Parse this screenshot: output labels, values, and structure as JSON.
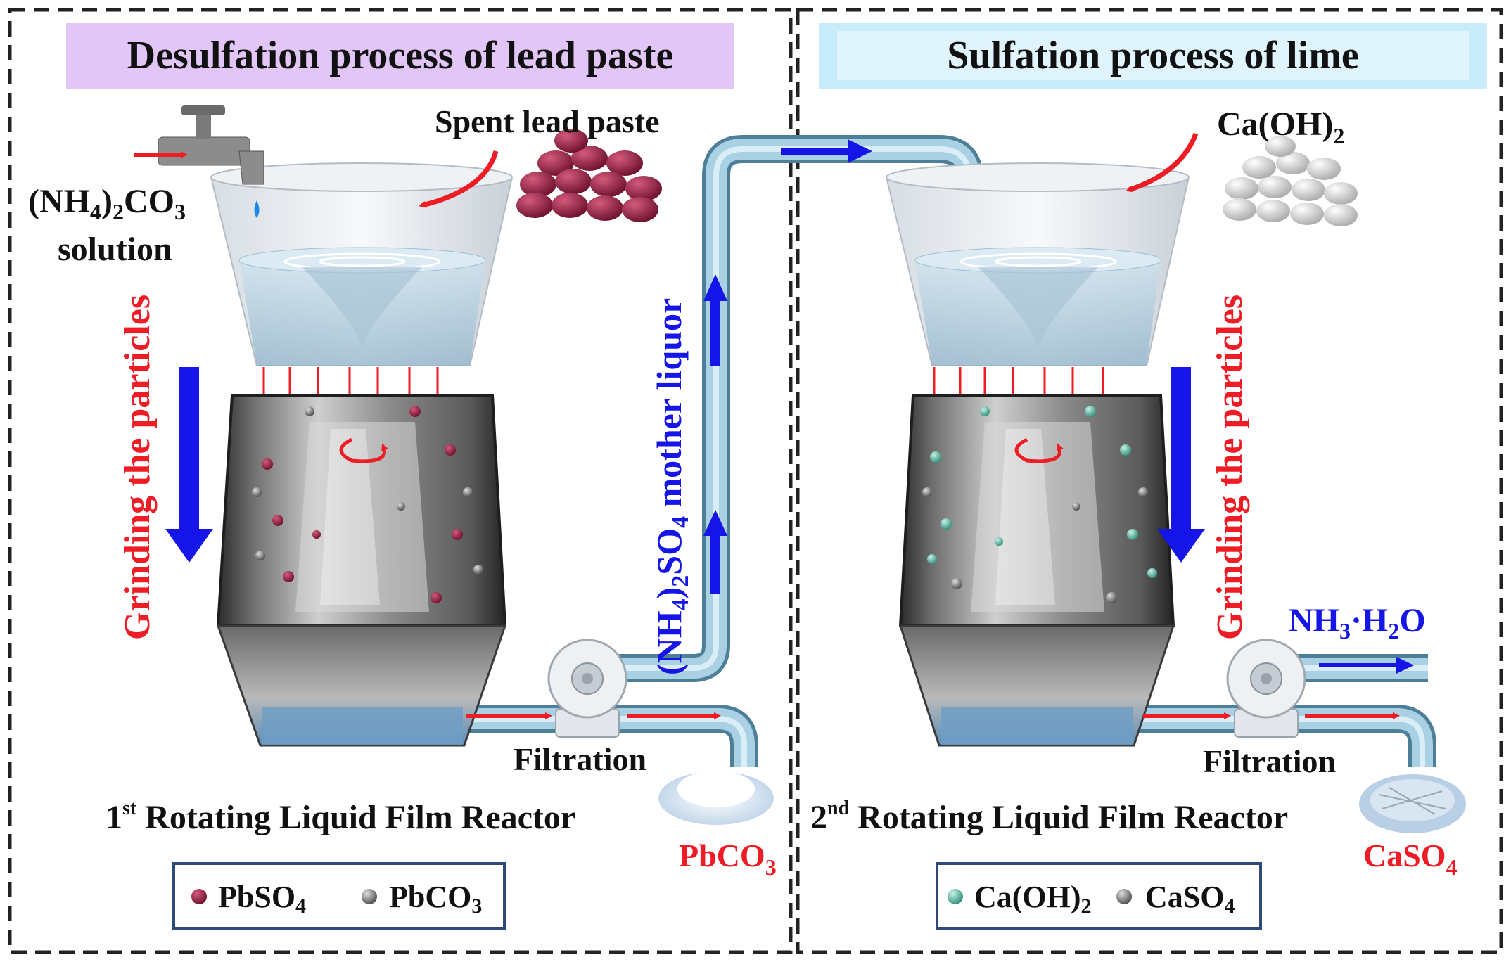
{
  "panels": {
    "left": {
      "title": "Desulfation process of lead paste",
      "title_bg": "#e2c6f7",
      "feed_label": "Spent lead paste",
      "solution_formula": {
        "a": "(NH",
        "a_sub": "4",
        "b": ")",
        "b_sub": "2",
        "c": "CO",
        "c_sub": "3"
      },
      "solution_word": "solution",
      "grinding_label": "Grinding the particles",
      "filtration_label": "Filtration",
      "reactor_label": {
        "prefix": "1",
        "sup": "st",
        "rest": " Rotating Liquid Film Reactor"
      },
      "product": {
        "main": "PbCO",
        "sub": "3"
      },
      "legend": [
        {
          "main": "PbSO",
          "sub": "4",
          "color": "#a0204a",
          "icon": "red-sphere-icon"
        },
        {
          "main": "PbCO",
          "sub": "3",
          "color": "#6b6b6b",
          "icon": "gray-sphere-icon"
        }
      ]
    },
    "right": {
      "title": "Sulfation process of lime",
      "title_bg": "#c9ecfa",
      "feed_label": {
        "main": "Ca(OH)",
        "sub": "2"
      },
      "grinding_label": "Grinding the particles",
      "filtration_label": "Filtration",
      "reactor_label": {
        "prefix": "2",
        "sup": "nd",
        "rest": " Rotating Liquid Film Reactor"
      },
      "product": {
        "main": "CaSO",
        "sub": "4"
      },
      "byproduct": {
        "a": "NH",
        "a_sub": "3",
        "dot": "·",
        "b": "H",
        "b_sub": "2",
        "c": "O"
      },
      "legend": [
        {
          "main": "Ca(OH)",
          "sub": "2",
          "color": "#4fb8a0",
          "icon": "teal-sphere-icon"
        },
        {
          "main": "CaSO",
          "sub": "4",
          "color": "#6b6b6b",
          "icon": "gray-sphere-icon"
        }
      ]
    }
  },
  "mother_liquor": {
    "a": "(NH",
    "a_sub": "4",
    "b": ")",
    "b_sub": "2",
    "c": "SO",
    "c_sub": "4",
    "d": " mother liquor"
  },
  "colors": {
    "accent_red": "#ee1c24",
    "accent_blue": "#1515e8",
    "pipe": "#8fb9cf",
    "pipe_edge": "#4d7f99",
    "lead_paste": "#8e1a3e",
    "lime": "#f2f2f2"
  }
}
